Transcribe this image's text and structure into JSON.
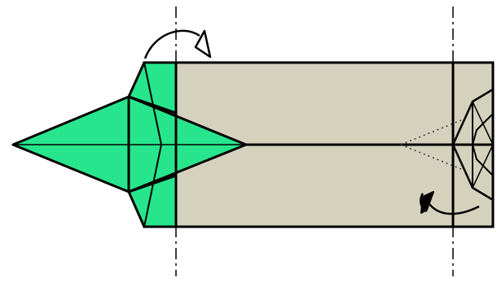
{
  "colors": {
    "background": "#ffffff",
    "paper_back": "#d4d1bd",
    "paper_front": "#27e58c",
    "line": "#000000"
  },
  "diagram": {
    "kind": "origami-instruction",
    "fold_lines": [
      "valley-fold-left",
      "valley-fold-right"
    ],
    "arrows": [
      "fold-behind-arrow-top",
      "fold-behind-arrow-bottom"
    ],
    "hidden_edges": "dotted"
  }
}
